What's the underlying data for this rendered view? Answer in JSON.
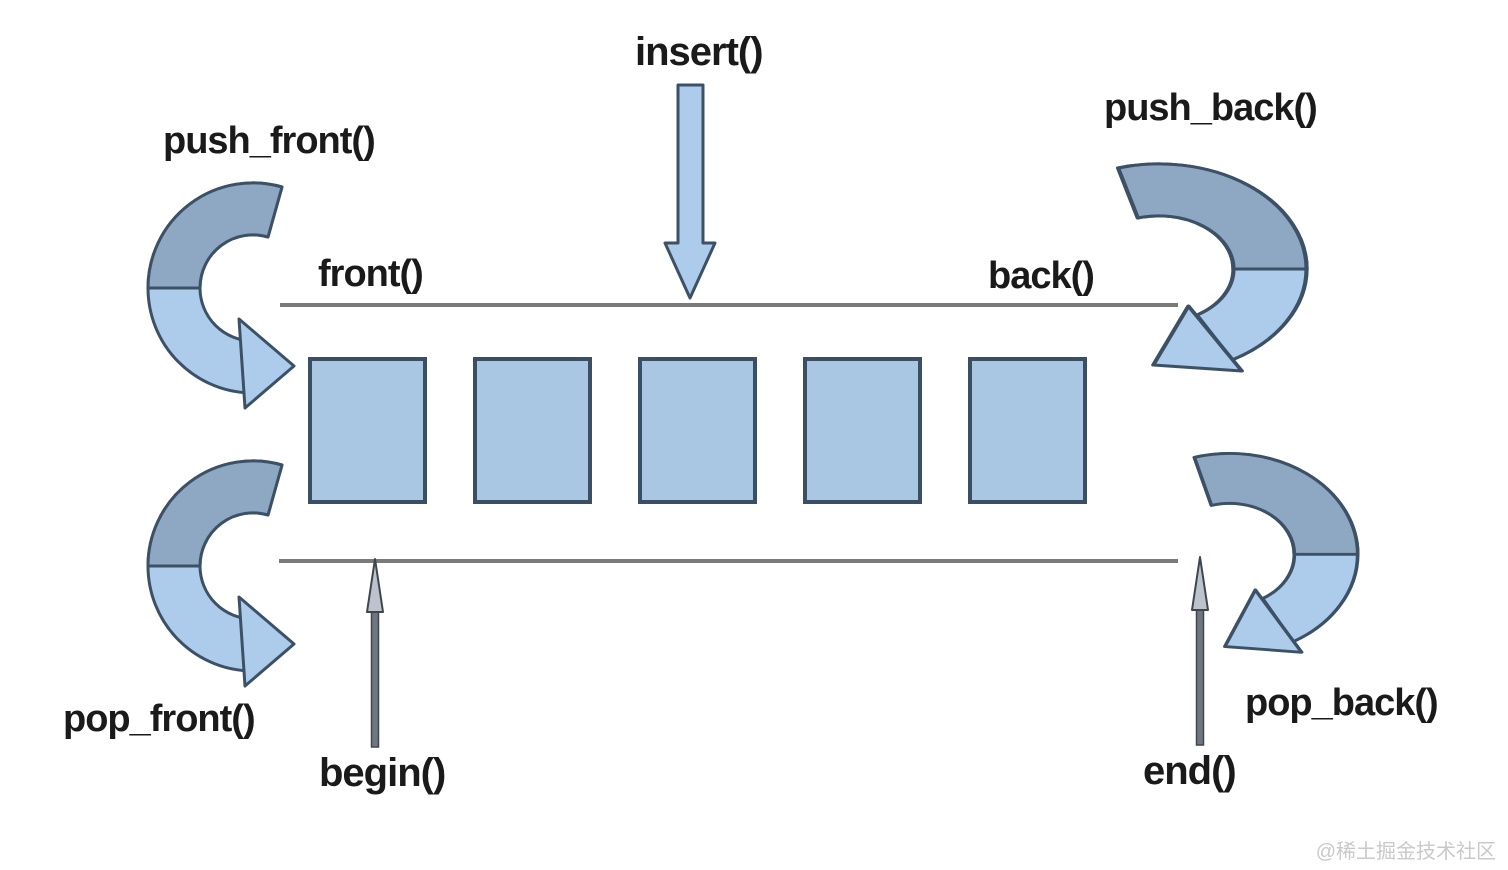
{
  "labels": {
    "insert": "insert()",
    "push_front": "push_front()",
    "push_back": "push_back()",
    "front": "front()",
    "back": "back()",
    "pop_front": "pop_front()",
    "pop_back": "pop_back()",
    "begin": "begin()",
    "end": "end()"
  },
  "deque": {
    "box_count": 5
  },
  "colors": {
    "box-fill": "#a9c6e3",
    "box-border": "#3a4f63",
    "arrow-light": "#adcbea",
    "arrow-dark": "#8ea8c3",
    "arrow-outline": "#3d5166",
    "iterator-arrow": "#6e7680",
    "line": "#7a7a7a",
    "text": "#1a1a1a",
    "watermark": "#c9c9c9"
  },
  "watermark": "@稀土掘金技术社区"
}
